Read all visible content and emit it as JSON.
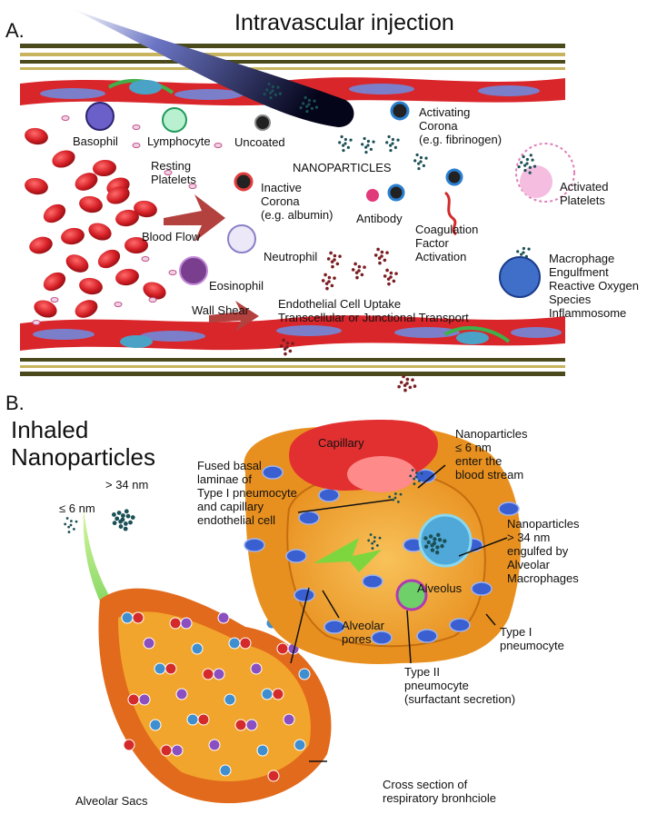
{
  "panel_a": {
    "letter": "A.",
    "title": "Intravascular injection",
    "labels": {
      "basophil": "Basophil",
      "lymphocyte": "Lymphocyte",
      "uncoated": "Uncoated",
      "activating_corona": "Activating\nCorona\n(e.g. fibrinogen)",
      "nanoparticles": "NANOPARTICLES",
      "resting_platelets": "Resting\nPlatelets",
      "inactive_corona": "Inactive\nCorona\n(e.g. albumin)",
      "antibody": "Antibody",
      "coagulation": "Coagulation\nFactor\nActivation",
      "activated_platelets": "Activated\nPlatelets",
      "blood_flow": "Blood Flow",
      "neutrophil": "Neutrophil",
      "eosinophil": "Eosinophil",
      "macrophage": "Macrophage\nEngulfment\nReactive Oxygen\nSpecies\nInflammosome",
      "wall_shear": "Wall Shear",
      "endothelial": "Endothelial Cell Uptake\nTranscellular or Junctional Transport"
    }
  },
  "panel_b": {
    "letter": "B.",
    "title": "Inhaled\nNanoparticles",
    "labels": {
      "size_small": "≤ 6 nm",
      "size_large": "> 34 nm",
      "capillary": "Capillary",
      "fused": "Fused basal\nlaminae of\nType I pneumocyte\nand capillary\nendothelial cell",
      "np_small": "Nanoparticles\n≤ 6 nm\nenter the\nblood stream",
      "np_large": "Nanoparticles\n> 34 nm\nengulfed by\nAlveolar\nMacrophages",
      "alveolus": "Alveolus",
      "pores": "Alveolar\npores",
      "type2": "Type II\npneumocyte\n(surfactant secretion)",
      "type1": "Type I\npneumocyte",
      "sacs": "Alveolar Sacs",
      "cross_section": "Cross section of\nrespiratory bronhciole"
    }
  },
  "colors": {
    "rbc": "#d41f26",
    "vessel": "#d9262b",
    "endothelium": "#7b7fc9",
    "wall": "#4a4a1c",
    "arrow": "#b3413e",
    "alveolus": "#f2a52c",
    "nanoparticle": "#1b5056"
  }
}
